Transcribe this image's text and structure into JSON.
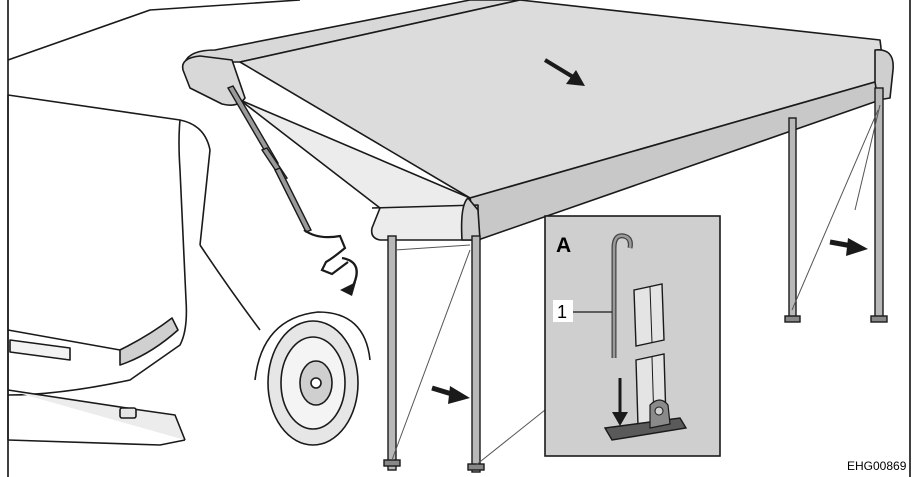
{
  "figure": {
    "doc_code": "EHG00869",
    "detail_label": "A",
    "callout_number": "1"
  },
  "colors": {
    "line": "#1a1a1a",
    "canvas_fill": "#dcdcdc",
    "canvas_front": "#c8c8c8",
    "inset_bg": "#cfcfcf",
    "metal": "#8a8a8a",
    "background": "#ffffff"
  },
  "icons": [
    "arrow-icon",
    "rotate-arrow-icon",
    "hook-icon"
  ]
}
